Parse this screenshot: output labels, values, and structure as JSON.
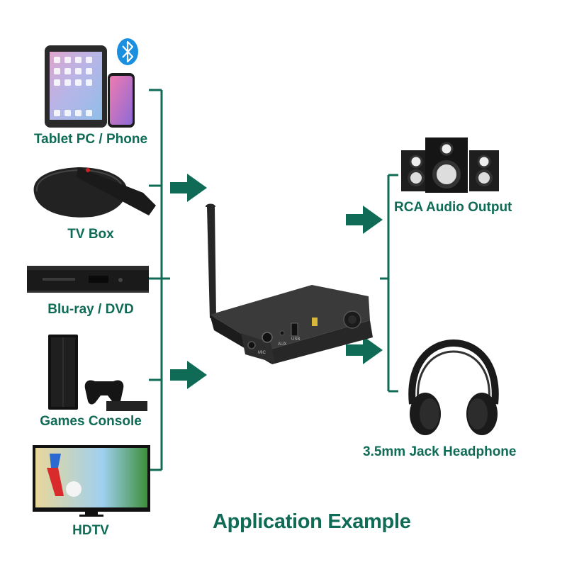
{
  "colors": {
    "accent": "#0f6b55",
    "bluetooth": "#1a8fe0",
    "device": "#1e1e1e"
  },
  "sources": [
    {
      "label": "Tablet PC / Phone",
      "icon": "tablet-phone-icon"
    },
    {
      "label": "TV Box",
      "icon": "tv-box-icon"
    },
    {
      "label": "Blu-ray / DVD",
      "icon": "bluray-player-icon"
    },
    {
      "label": "Games Console",
      "icon": "game-console-icon"
    },
    {
      "label": "HDTV",
      "icon": "hdtv-icon"
    }
  ],
  "device": {
    "icon": "bluetooth-audio-receiver-icon",
    "port_labels": [
      "MIC",
      "AUX",
      "USB"
    ]
  },
  "outputs": [
    {
      "label": "RCA Audio Output",
      "icon": "speakers-icon"
    },
    {
      "label": "3.5mm Jack Headphone",
      "icon": "headphone-icon"
    }
  ],
  "bluetooth_icon": "bluetooth-icon",
  "title": "Application Example"
}
